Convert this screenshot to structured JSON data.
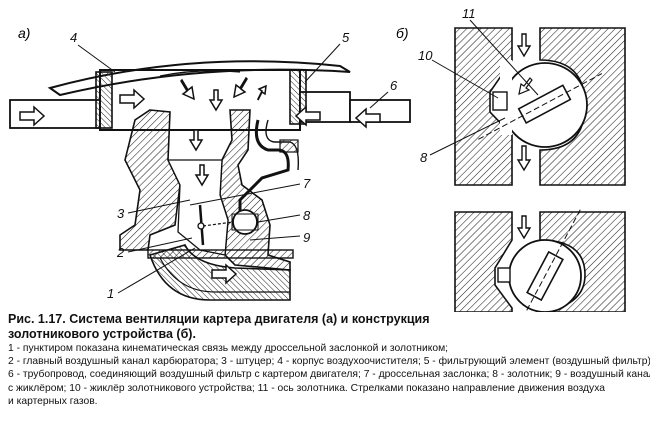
{
  "figure": {
    "panel_a_label": "а)",
    "panel_b_label": "б)",
    "callouts": [
      "1",
      "2",
      "3",
      "4",
      "5",
      "6",
      "7",
      "8",
      "9",
      "10",
      "11"
    ]
  },
  "caption": {
    "title_line1": "Рис. 1.17. Система вентиляции картера двигателя (а) и конструкция",
    "title_line2": "золотникового устройства (б).",
    "lines": [
      "1 - пунктиром показана кинематическая связь между дроссельной заслонкой и золотником;",
      "2 - главный воздушный канал карбюратора; 3 - штуцер; 4 - корпус воздухоочистителя; 5 - фильтрующий элемент (воздушный фильтр);",
      "6 - трубопровод, соединяющий воздушный фильтр с картером двигателя; 7 - дроссельная заслонка; 8 - золотник; 9 - воздушный канал",
      "с жиклёром; 10 - жиклёр золотникового устройства; 11 - ось золотника.  Стрелками показано направление движения воздуха",
      "и картерных газов."
    ]
  },
  "colors": {
    "ink": "#111111",
    "paper": "#ffffff",
    "hatch": "#222222"
  }
}
